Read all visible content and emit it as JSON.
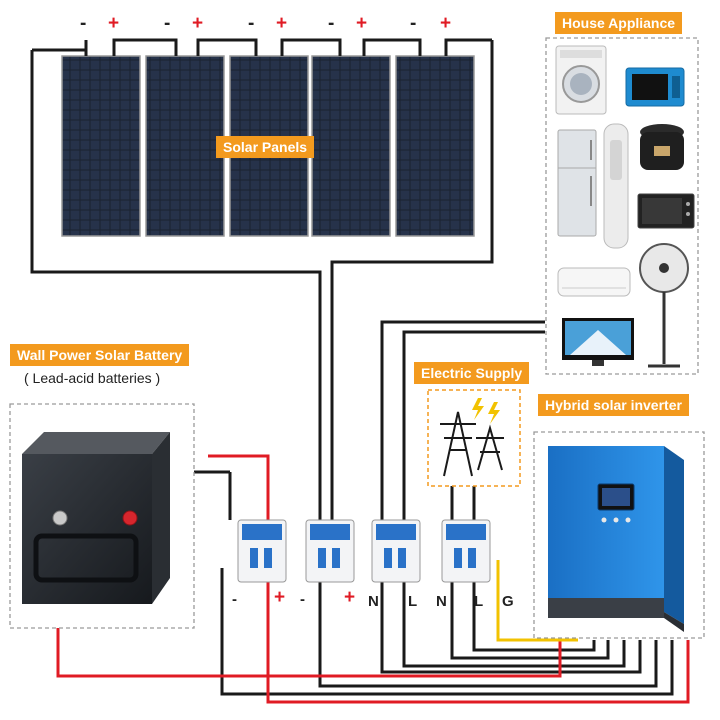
{
  "labels": {
    "solar_panels": "Solar Panels",
    "house_appliance": "House Appliance",
    "battery_title": "Wall Power Solar Battery",
    "battery_sub": "( Lead-acid batteries )",
    "electric_supply": "Electric Supply",
    "inverter": "Hybrid solar inverter"
  },
  "panel_polarity": {
    "neg": "-",
    "pos": "+"
  },
  "breaker_terminals": {
    "minus": "-",
    "plus": "+",
    "n": "N",
    "l": "L",
    "g": "G"
  },
  "colors": {
    "accent": "#f39a1e",
    "wire_black": "#1a1a1a",
    "wire_red": "#e01b24",
    "wire_yellow": "#f2c200",
    "inverter_blue": "#1f7fd6",
    "panel_cell": "#1b2433"
  },
  "appliances": [
    "washing-machine",
    "microwave-oven",
    "refrigerator",
    "air-purifier-tower",
    "rice-cooker",
    "oven",
    "air-conditioner",
    "standing-fan",
    "television"
  ],
  "breakers": [
    "breaker-1",
    "breaker-2",
    "breaker-3",
    "breaker-4"
  ]
}
